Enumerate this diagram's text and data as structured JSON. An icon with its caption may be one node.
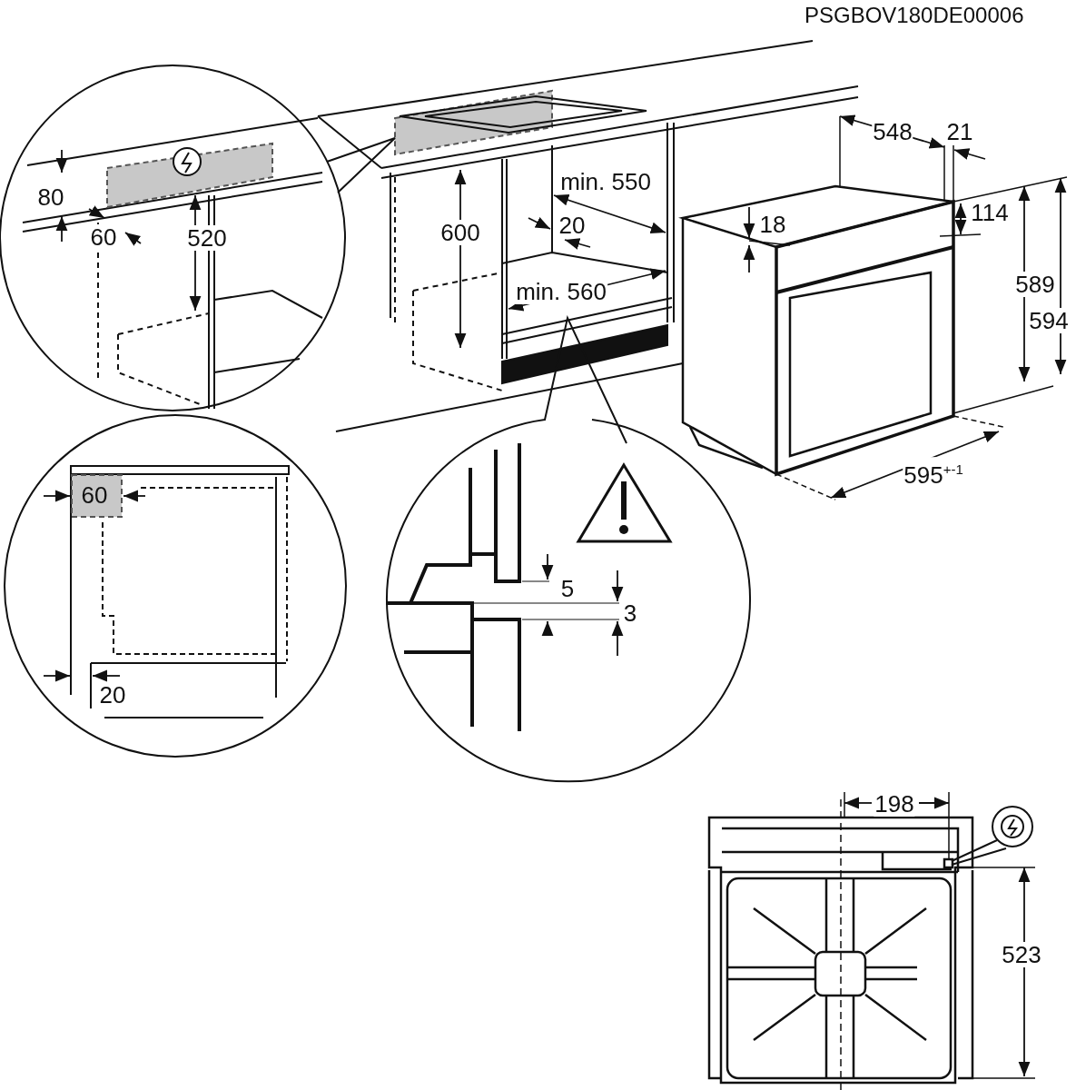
{
  "diagram": {
    "labels": [
      "PSGBOV180DE00006",
      "548",
      "21",
      "min. 550",
      "80",
      "600",
      "20",
      "18",
      "114",
      "60",
      "520",
      "min. 560",
      "589",
      "594",
      "595$^{+-1}$",
      "60",
      "5",
      "3",
      "20",
      "198",
      "523"
    ]
  }
}
